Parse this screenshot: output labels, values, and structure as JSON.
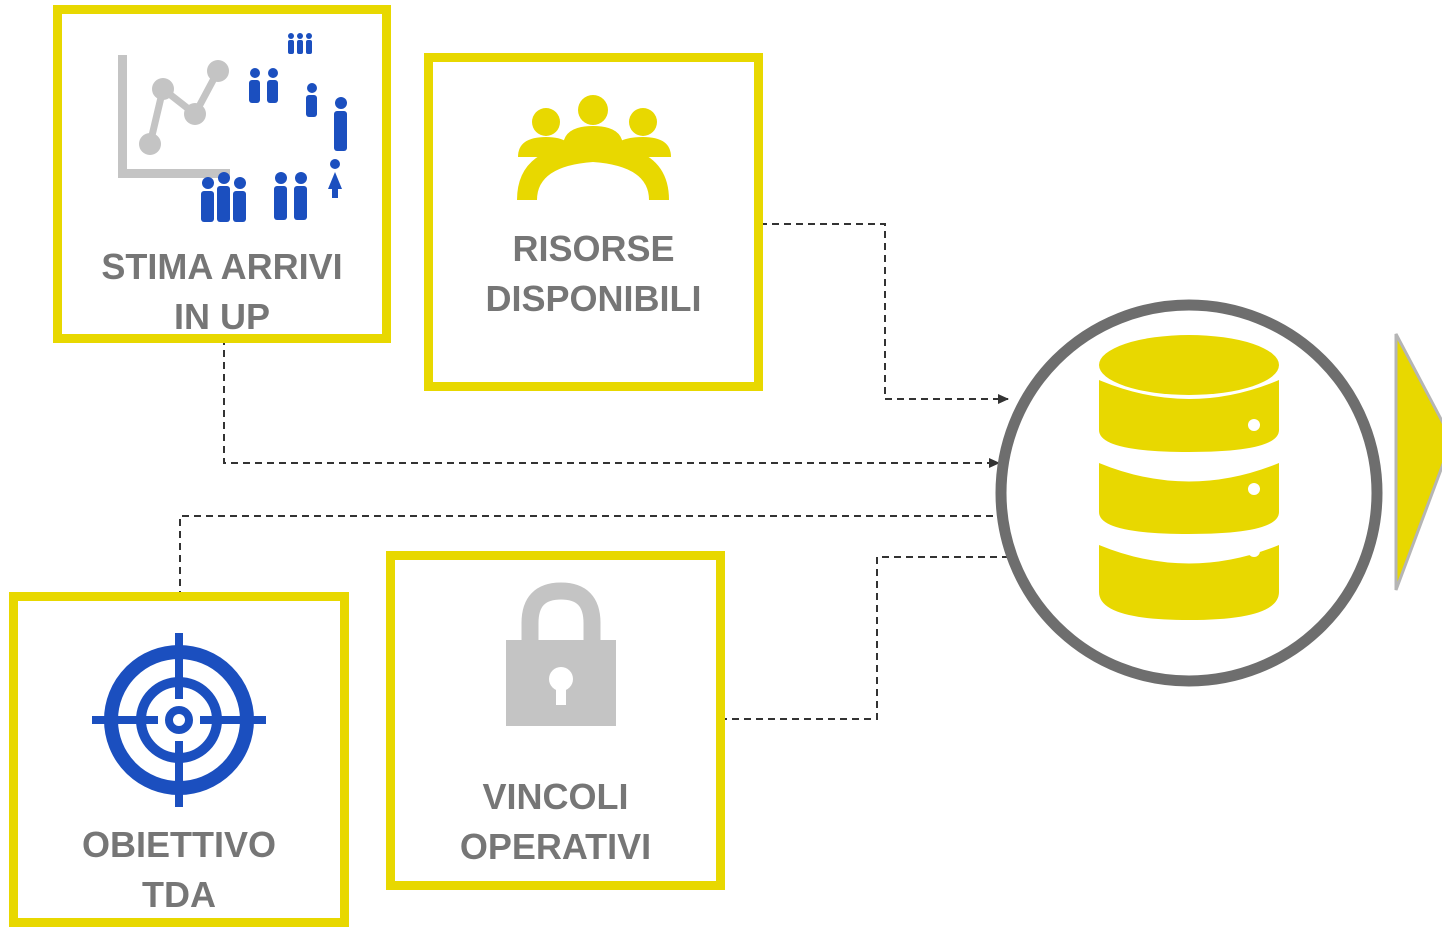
{
  "nodes": {
    "stima": {
      "line1": "STIMA ARRIVI",
      "line2": "IN UP",
      "icon": "people-trend-icon"
    },
    "risorse": {
      "line1": "RISORSE",
      "line2": "DISPONIBILI",
      "icon": "team-meeting-icon"
    },
    "obiettivo": {
      "line1": "OBIETTIVO",
      "line2": "TDA",
      "icon": "target-icon"
    },
    "vincoli": {
      "line1": "VINCOLI",
      "line2": "OPERATIVI",
      "icon": "padlock-icon"
    },
    "hub": {
      "icon": "database-icon"
    },
    "next": {
      "icon": "arrow-right-icon"
    }
  },
  "colors": {
    "yellow": "#e8d800",
    "grey_text": "#767676",
    "blue": "#1b4fbf",
    "icon_grey": "#c4c4c4",
    "circle": "#6e6e6e"
  }
}
